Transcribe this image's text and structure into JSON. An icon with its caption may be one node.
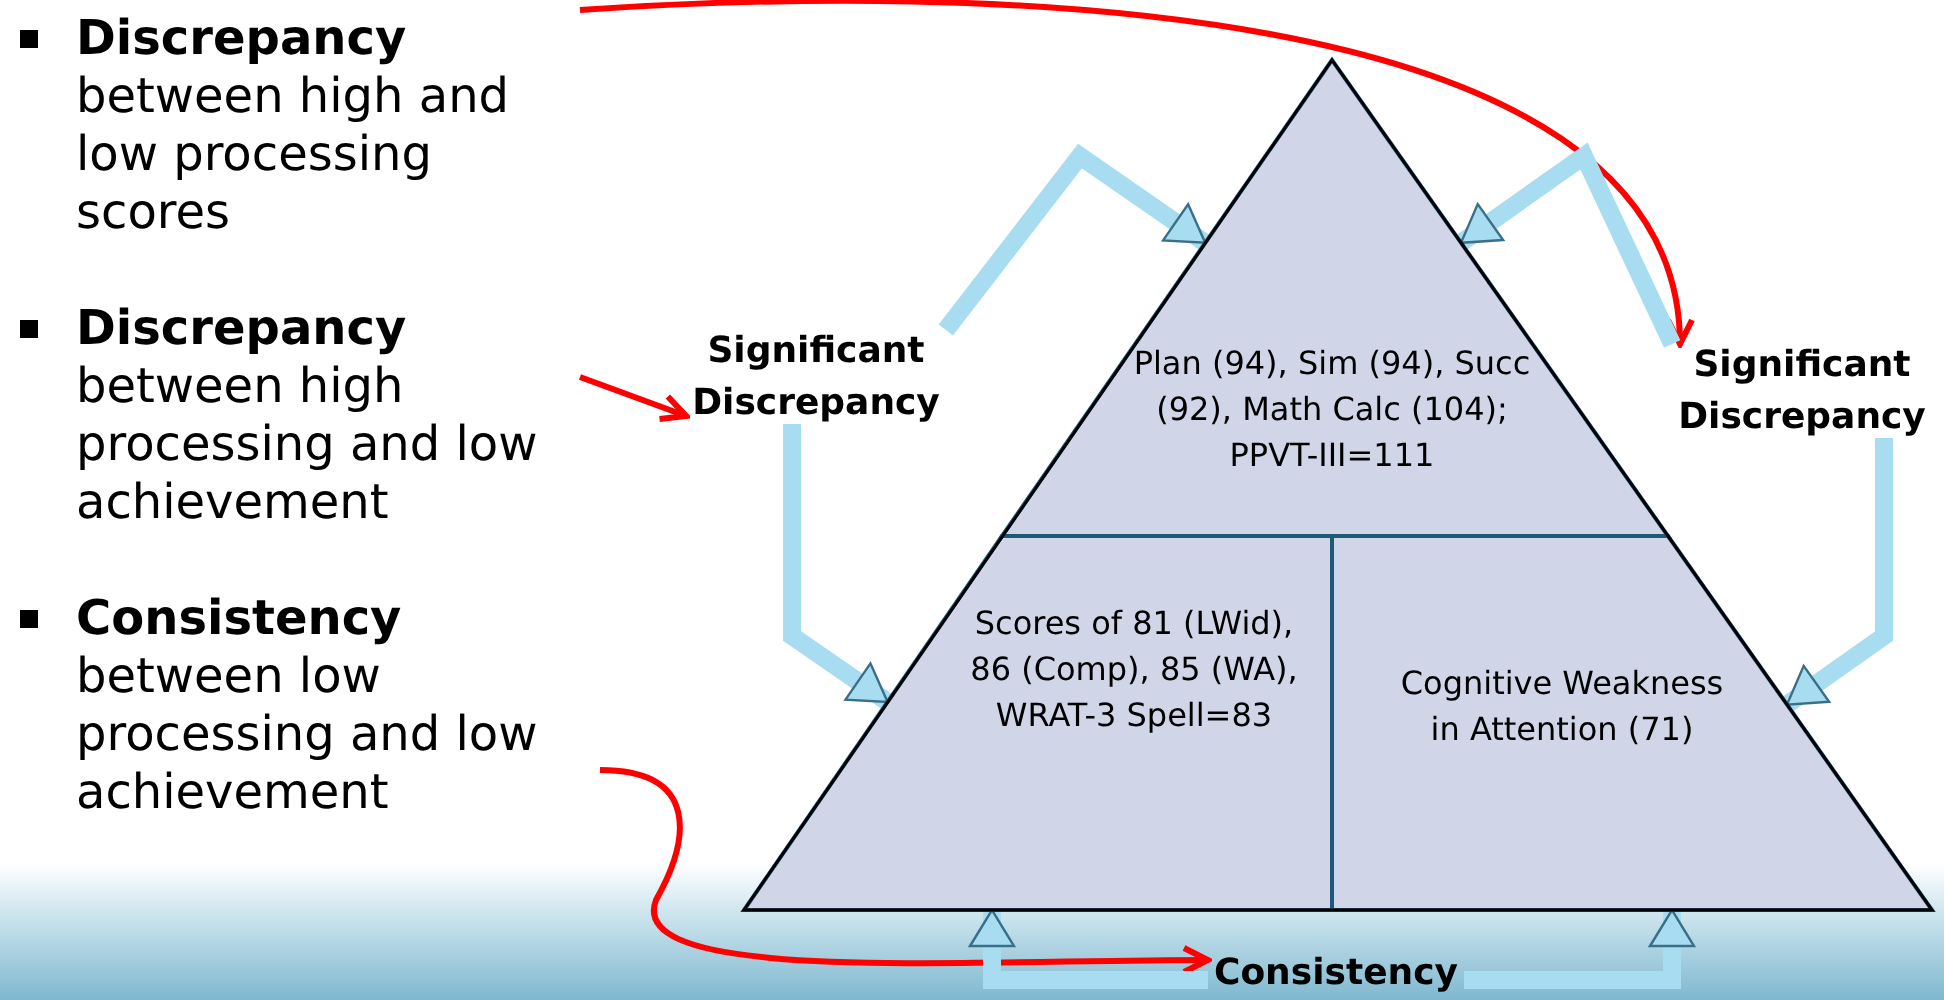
{
  "diagram": {
    "nodes": [
      {
        "text": [
          "Discrepancy",
          "between high and low processing scores"
        ]
      },
      {
        "text": [
          "Discrepancy",
          "between high processing and low achievement"
        ]
      },
      {
        "text": [
          "Consistency",
          "between low processing and low achievement"
        ]
      },
      {
        "text": [
          "Plan (94), Sim (94), Succ (92), Math Calc (104); PPVT-III=111"
        ]
      },
      {
        "text": [
          "Scores of 81 (LWid), 86 (Comp), 85 (WA), WRAT-3 Spell=83"
        ]
      },
      {
        "text": [
          "Cognitive Weakness in Attention (71)"
        ]
      },
      {
        "text": [
          "Significant Discrepancy"
        ]
      },
      {
        "text": [
          "Significant Discrepancy"
        ]
      },
      {
        "text": [
          "Consistency"
        ]
      }
    ],
    "edges": [
      {
        "from": 0,
        "to": 7,
        "arrow": "to",
        "color": "#ff0000"
      },
      {
        "from": 1,
        "to": 6,
        "arrow": "to",
        "color": "#ff0000"
      },
      {
        "from": 2,
        "to": 8,
        "arrow": "to",
        "color": "#ff0000"
      },
      {
        "from": 6,
        "to": 3,
        "arrow": "to"
      },
      {
        "from": 6,
        "to": 4,
        "arrow": "to"
      },
      {
        "from": 7,
        "to": 3,
        "arrow": "to"
      },
      {
        "from": 7,
        "to": 5,
        "arrow": "to"
      },
      {
        "from": 8,
        "to": 4,
        "arrow": "to"
      },
      {
        "from": 8,
        "to": 5,
        "arrow": "to"
      }
    ]
  }
}
